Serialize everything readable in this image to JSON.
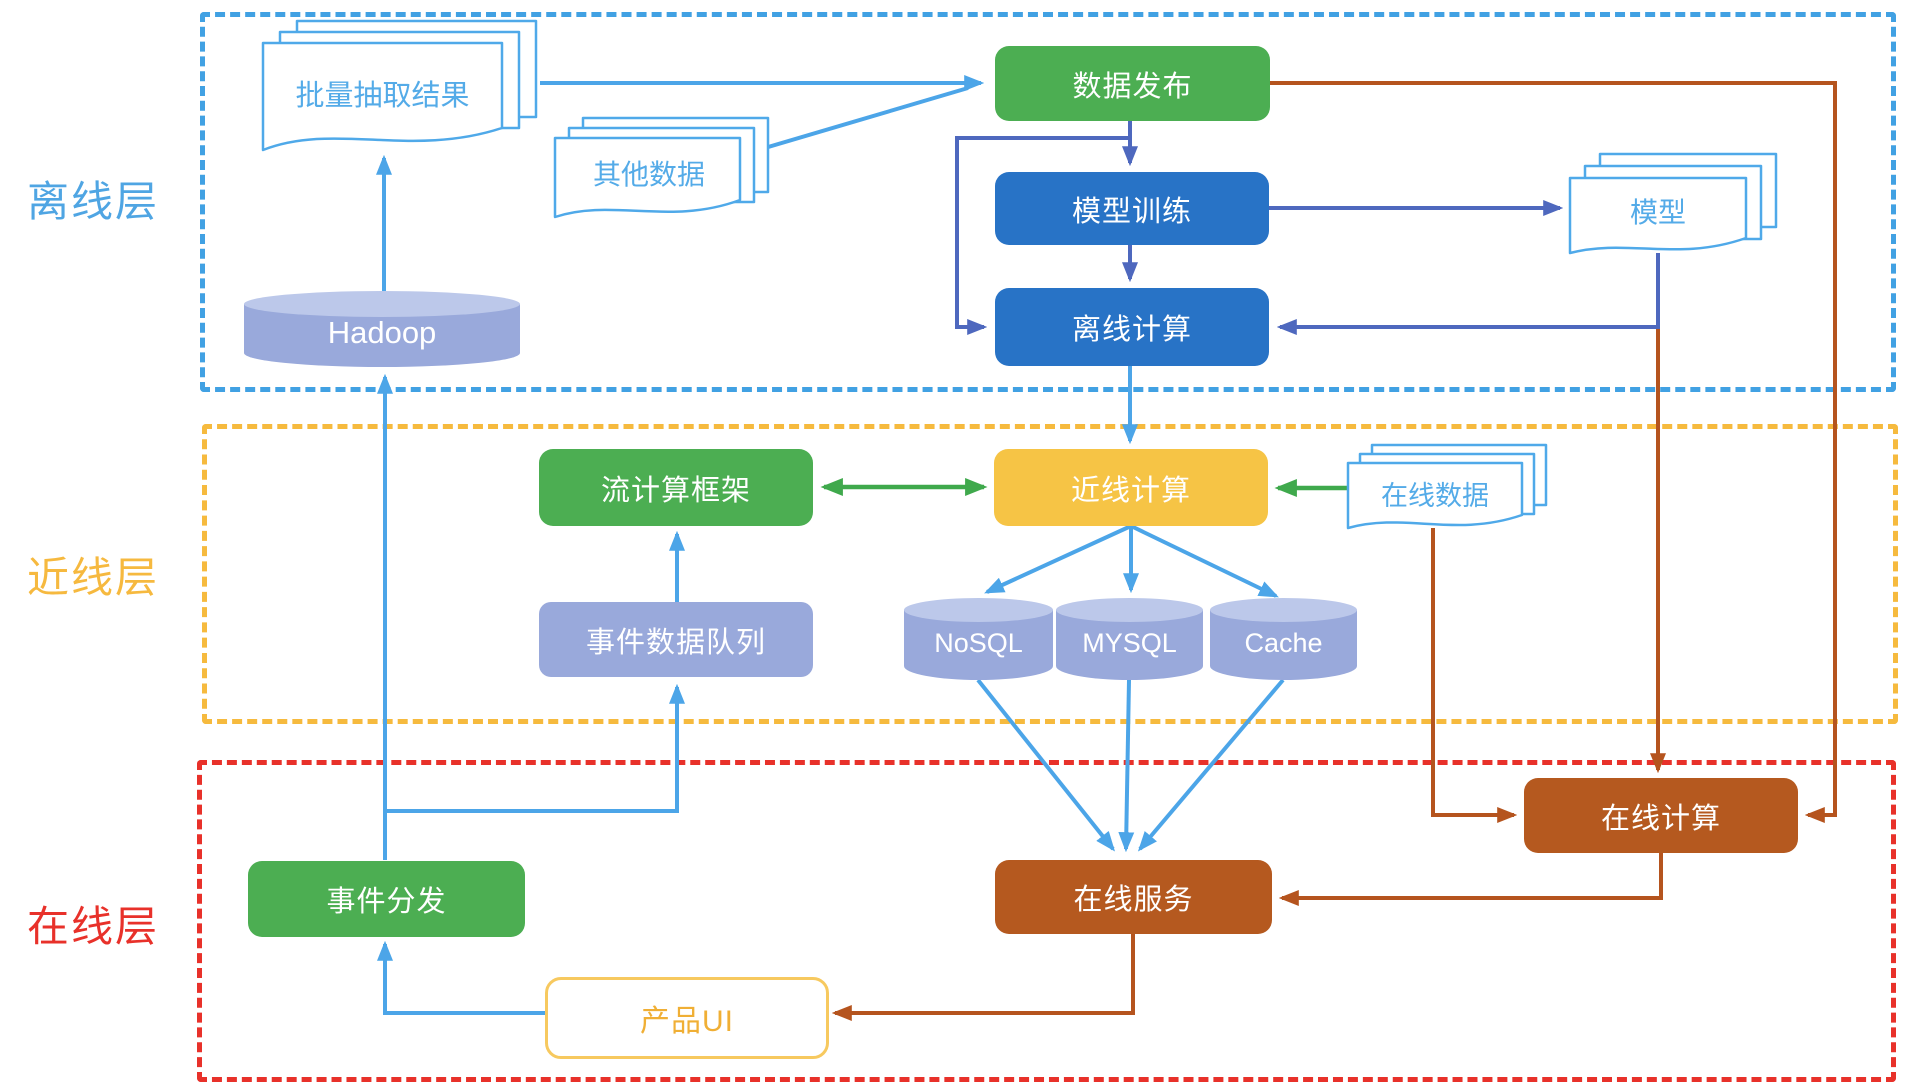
{
  "layers": [
    {
      "id": "offline",
      "label": "离线层",
      "color": "#41A1E3"
    },
    {
      "id": "nearline",
      "label": "近线层",
      "color": "#F6BA3E"
    },
    {
      "id": "online",
      "label": "在线层",
      "color": "#E8312A"
    }
  ],
  "nodes": {
    "batch_extract_result": {
      "label": "批量抽取结果",
      "shape": "document-stack"
    },
    "other_data": {
      "label": "其他数据",
      "shape": "document-stack"
    },
    "data_publish": {
      "label": "数据发布",
      "shape": "box",
      "color": "#4CAE52"
    },
    "model_training": {
      "label": "模型训练",
      "shape": "box",
      "color": "#2873C6"
    },
    "offline_compute": {
      "label": "离线计算",
      "shape": "box",
      "color": "#2873C6"
    },
    "model": {
      "label": "模型",
      "shape": "document-stack"
    },
    "hadoop": {
      "label": "Hadoop",
      "shape": "cylinder",
      "color": "#99A9DB"
    },
    "stream_framework": {
      "label": "流计算框架",
      "shape": "box",
      "color": "#4CAE52"
    },
    "nearline_compute": {
      "label": "近线计算",
      "shape": "box",
      "color": "#F6C445"
    },
    "online_data": {
      "label": "在线数据",
      "shape": "document-stack"
    },
    "event_queue": {
      "label": "事件数据队列",
      "shape": "box",
      "color": "#99A9DB"
    },
    "nosql": {
      "label": "NoSQL",
      "shape": "cylinder",
      "color": "#99A9DB"
    },
    "mysql": {
      "label": "MYSQL",
      "shape": "cylinder",
      "color": "#99A9DB"
    },
    "cache": {
      "label": "Cache",
      "shape": "cylinder",
      "color": "#99A9DB"
    },
    "online_compute": {
      "label": "在线计算",
      "shape": "box",
      "color": "#B5591F"
    },
    "event_dispatch": {
      "label": "事件分发",
      "shape": "box",
      "color": "#4CAE52"
    },
    "online_service": {
      "label": "在线服务",
      "shape": "box",
      "color": "#B5591F"
    },
    "product_ui": {
      "label": "产品UI",
      "shape": "box",
      "color": "#FFFFFF"
    }
  },
  "edges": [
    {
      "from": "batch_extract_result",
      "to": "data_publish",
      "color": "light_blue"
    },
    {
      "from": "other_data",
      "to": "data_publish",
      "color": "light_blue"
    },
    {
      "from": "hadoop",
      "to": "batch_extract_result",
      "color": "light_blue"
    },
    {
      "from": "data_publish",
      "to": "model_training",
      "color": "indigo"
    },
    {
      "from": "data_publish",
      "to": "offline_compute",
      "color": "indigo"
    },
    {
      "from": "model_training",
      "to": "offline_compute",
      "color": "indigo"
    },
    {
      "from": "model_training",
      "to": "model",
      "color": "indigo"
    },
    {
      "from": "model",
      "to": "offline_compute",
      "color": "indigo"
    },
    {
      "from": "data_publish",
      "to": "online_compute",
      "color": "orange"
    },
    {
      "from": "model",
      "to": "online_compute",
      "color": "orange"
    },
    {
      "from": "online_data",
      "to": "online_compute",
      "color": "orange"
    },
    {
      "from": "offline_compute",
      "to": "nearline_compute",
      "color": "light_blue"
    },
    {
      "from": "stream_framework",
      "to": "nearline_compute",
      "color": "green",
      "bidirectional": true
    },
    {
      "from": "online_data",
      "to": "nearline_compute",
      "color": "green"
    },
    {
      "from": "nearline_compute",
      "to": "nosql",
      "color": "light_blue"
    },
    {
      "from": "nearline_compute",
      "to": "mysql",
      "color": "light_blue"
    },
    {
      "from": "nearline_compute",
      "to": "cache",
      "color": "light_blue"
    },
    {
      "from": "event_queue",
      "to": "stream_framework",
      "color": "light_blue"
    },
    {
      "from": "event_dispatch",
      "to": "event_queue",
      "color": "light_blue"
    },
    {
      "from": "event_dispatch",
      "to": "hadoop",
      "color": "light_blue"
    },
    {
      "from": "nosql",
      "to": "online_service",
      "color": "light_blue"
    },
    {
      "from": "mysql",
      "to": "online_service",
      "color": "light_blue"
    },
    {
      "from": "cache",
      "to": "online_service",
      "color": "light_blue"
    },
    {
      "from": "online_compute",
      "to": "online_service",
      "color": "orange"
    },
    {
      "from": "online_service",
      "to": "product_ui",
      "color": "orange"
    },
    {
      "from": "product_ui",
      "to": "event_dispatch",
      "color": "light_blue"
    }
  ],
  "colors": {
    "light_blue": "#4CA5E8",
    "indigo": "#4E68BE",
    "green": "#3FA94C",
    "orange": "#B5541E",
    "box_green": "#4CAE52",
    "box_blue": "#2873C6",
    "box_yellow": "#F6C445",
    "box_brown": "#B5591F",
    "periwinkle": "#99A9DB",
    "doc_stroke": "#4FA9E9"
  }
}
